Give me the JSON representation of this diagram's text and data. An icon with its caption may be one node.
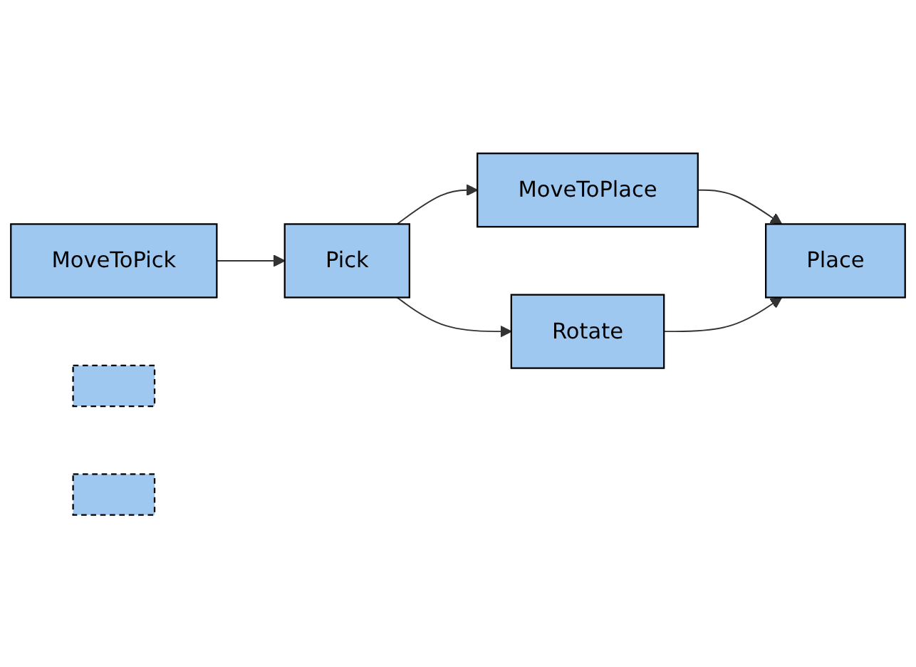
{
  "diagram": {
    "nodes": [
      {
        "text": [
          "MoveToPick"
        ]
      },
      {
        "text": [
          "MoveToPlace"
        ]
      },
      {
        "text": [],
        "shape": "box"
      },
      {
        "text": [
          "Pick"
        ]
      },
      {
        "text": [],
        "shape": "box"
      },
      {
        "text": [
          "Place"
        ]
      },
      {
        "text": [
          "Rotate"
        ]
      }
    ],
    "edges": [
      {
        "from": 0,
        "to": 3,
        "arrow": "to"
      },
      {
        "from": 3,
        "to": 1,
        "arrow": "to"
      },
      {
        "from": 1,
        "to": 5,
        "arrow": "to"
      },
      {
        "from": 3,
        "to": 6,
        "arrow": "to"
      },
      {
        "from": 6,
        "to": 5,
        "arrow": "to"
      }
    ]
  }
}
